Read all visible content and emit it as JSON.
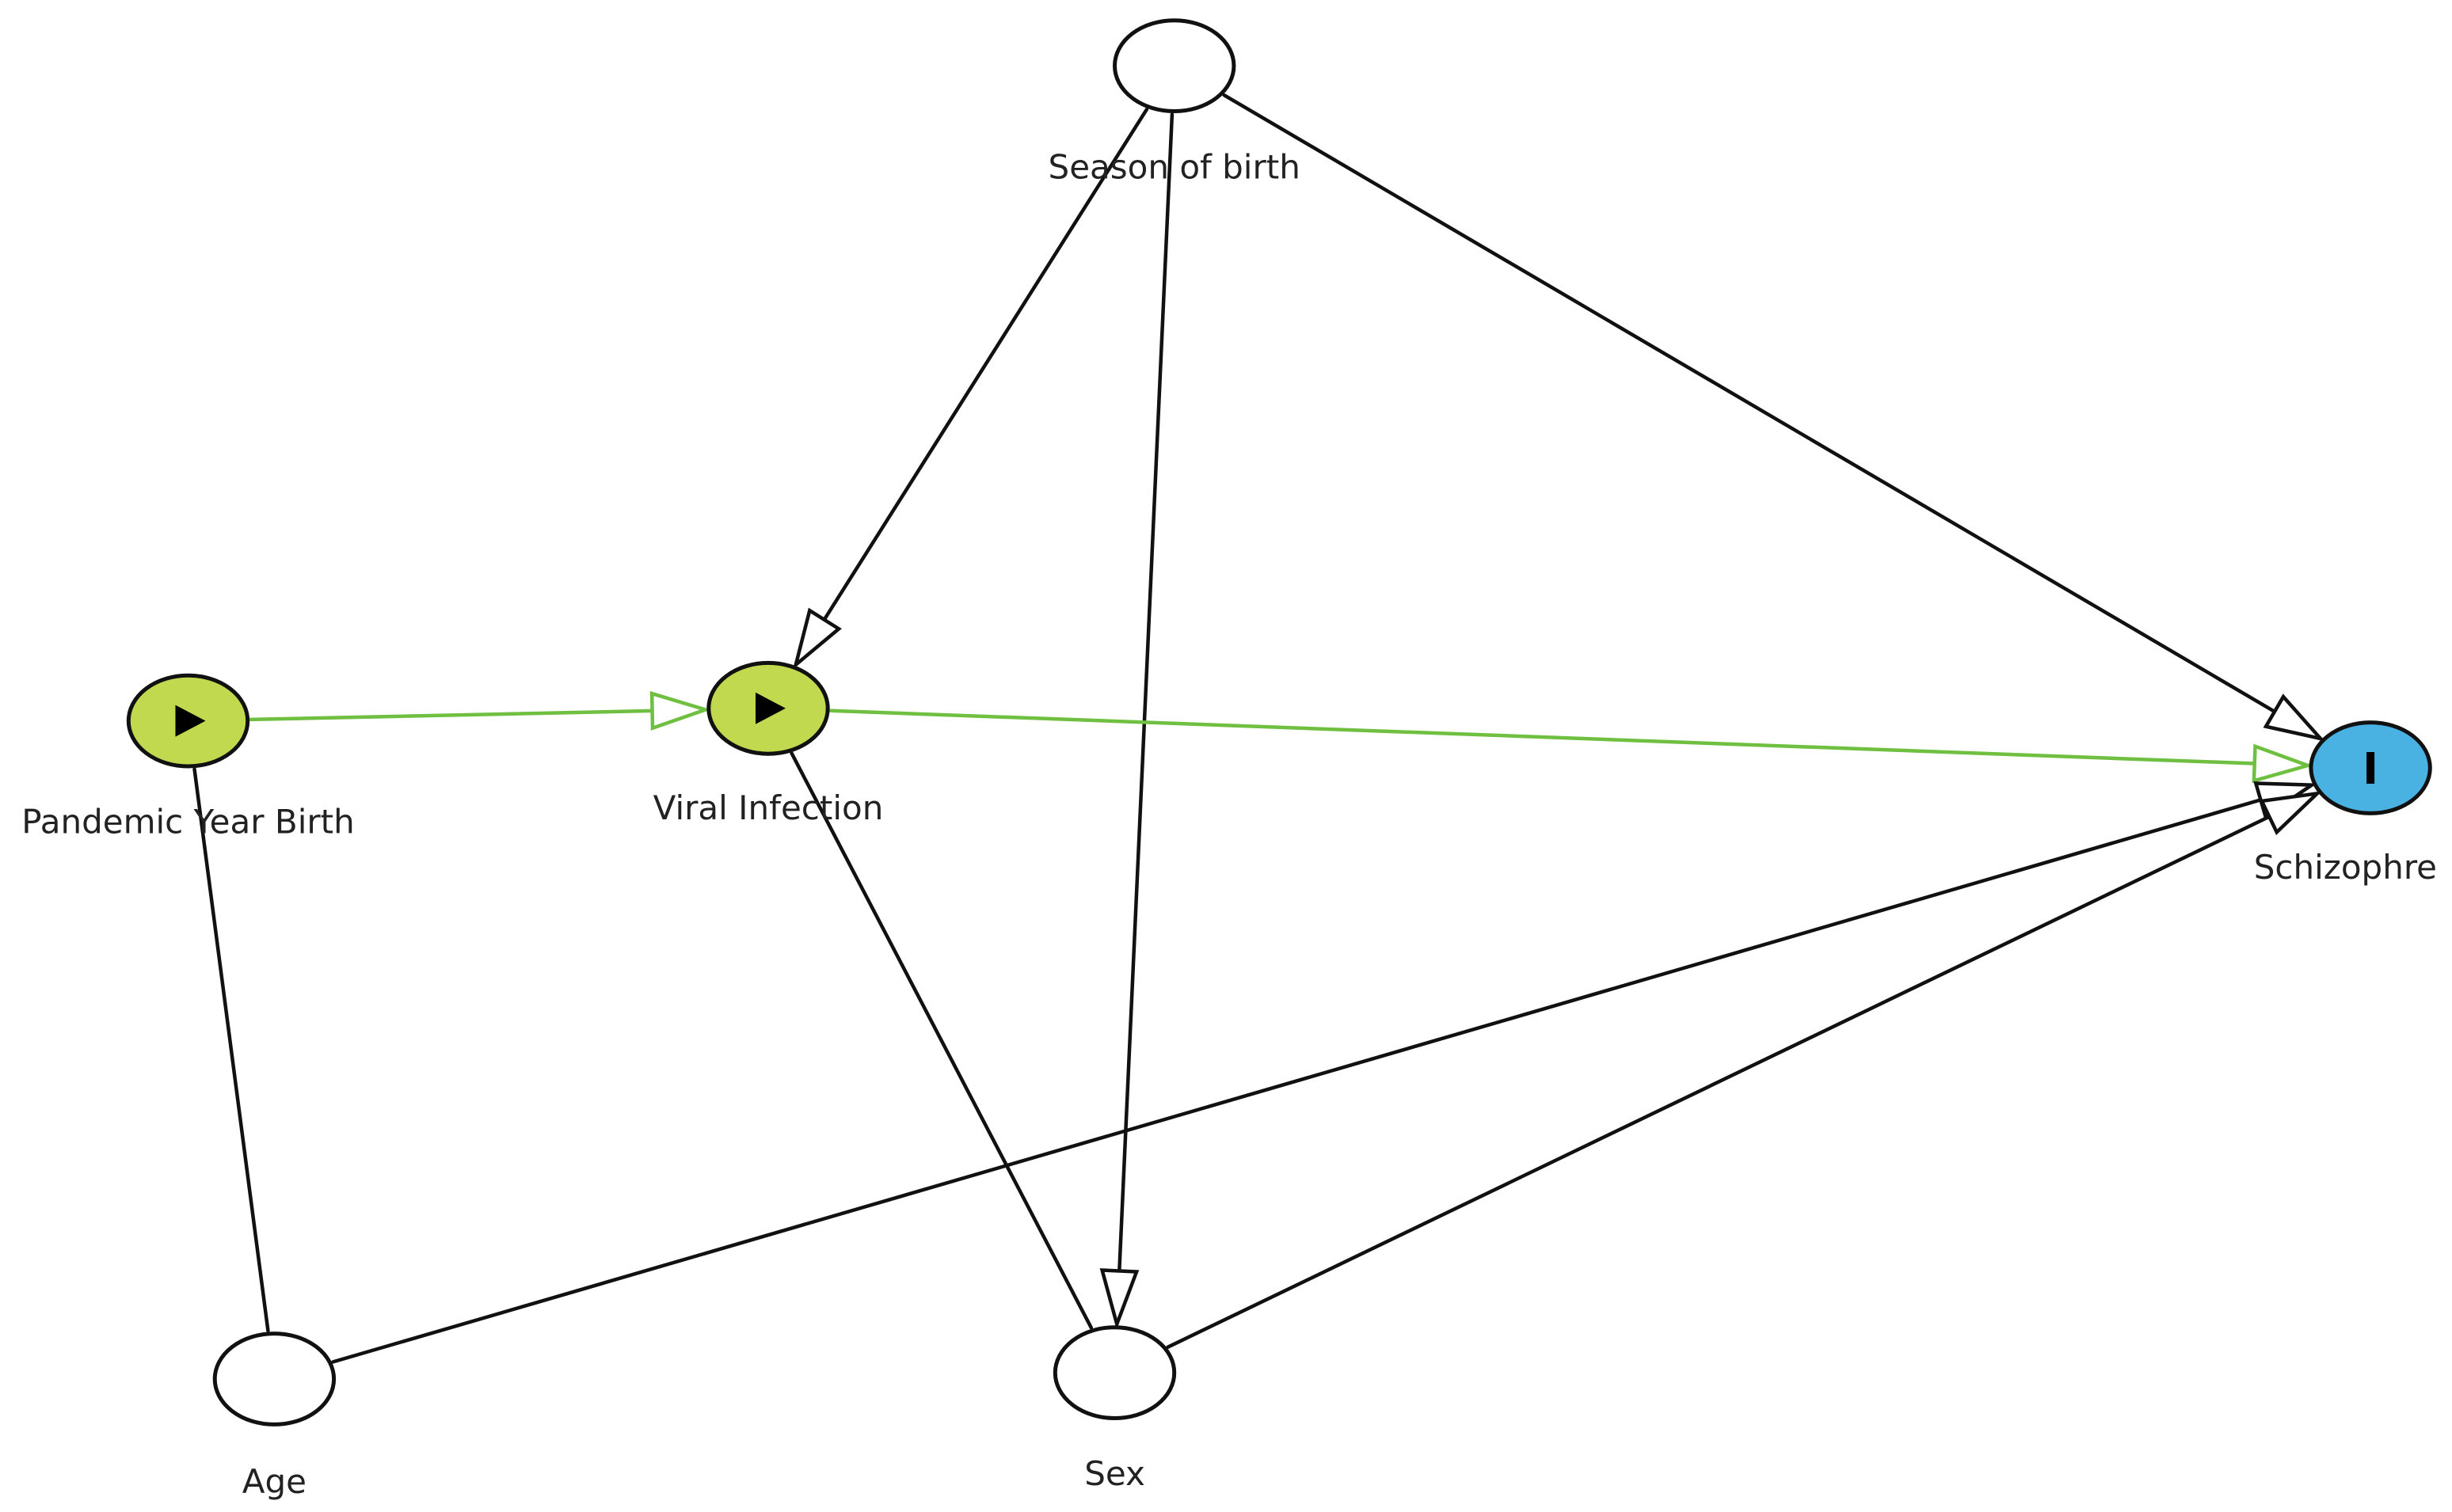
{
  "colors": {
    "exposure": "#c0d94e",
    "outcome": "#4ab2e3",
    "plain": "#ffffff",
    "causal_edge": "#6fbf40",
    "edge": "#111111"
  },
  "nodes": [
    {
      "id": "season",
      "label": "Season of birth",
      "role": "plain"
    },
    {
      "id": "pandemic",
      "label": "Pandemic Year Birth",
      "role": "exposure",
      "marker": "play-icon"
    },
    {
      "id": "viral",
      "label": "Viral Infection",
      "role": "exposure",
      "marker": "play-icon"
    },
    {
      "id": "schizo",
      "label": "Schizophre",
      "role": "outcome",
      "marker": "outcome-bar-icon"
    },
    {
      "id": "age",
      "label": "Age",
      "role": "plain"
    },
    {
      "id": "sex",
      "label": "Sex",
      "role": "plain"
    }
  ],
  "edges": [
    {
      "from": "season",
      "to": "viral",
      "directed": true,
      "causal": false
    },
    {
      "from": "season",
      "to": "sex",
      "directed": true,
      "causal": false
    },
    {
      "from": "season",
      "to": "schizo",
      "directed": true,
      "causal": false
    },
    {
      "from": "pandemic",
      "to": "viral",
      "directed": true,
      "causal": true
    },
    {
      "from": "viral",
      "to": "schizo",
      "directed": true,
      "causal": true
    },
    {
      "from": "age",
      "to": "pandemic",
      "directed": false,
      "causal": false
    },
    {
      "from": "age",
      "to": "schizo",
      "directed": true,
      "causal": false
    },
    {
      "from": "sex",
      "to": "viral",
      "directed": false,
      "causal": false
    },
    {
      "from": "sex",
      "to": "schizo",
      "directed": true,
      "causal": false
    }
  ]
}
